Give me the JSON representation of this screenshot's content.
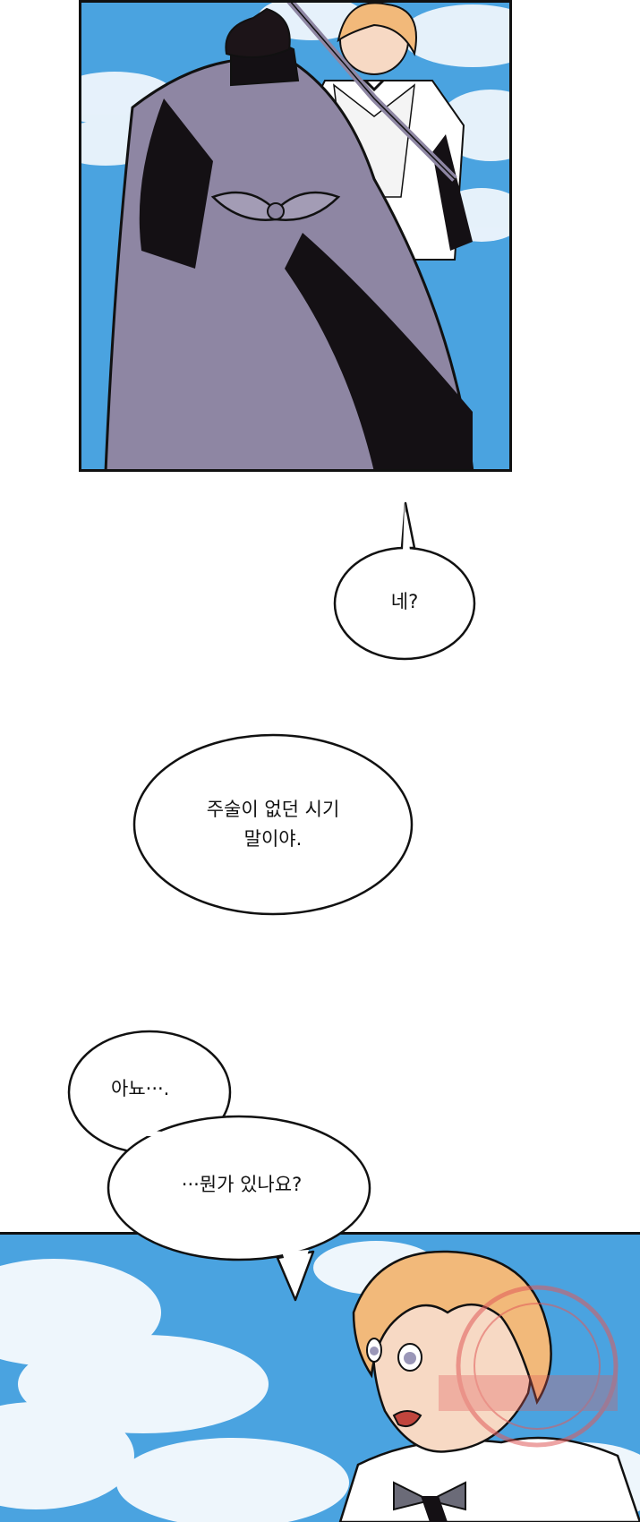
{
  "comic": {
    "panels": [
      {
        "id": "top",
        "description_icon": "maids-back-view"
      },
      {
        "id": "bottom",
        "description_icon": "blonde-maid-surprised"
      }
    ],
    "dialogue": [
      {
        "speaker": "blonde-maid",
        "text": "네?"
      },
      {
        "speaker": "dark-haired-maid",
        "text": "주술이 없던 시기\n말이야."
      },
      {
        "speaker": "blonde-maid",
        "text": "아뇨···."
      },
      {
        "speaker": "blonde-maid",
        "text": "···뭔가 있나요?"
      }
    ]
  },
  "colors": {
    "sky": "#4aa3e0",
    "cloud": "#eef6fc",
    "apron": "#8e86a3",
    "dress_dark": "#141014",
    "hair_blonde": "#f2b97a",
    "skin": "#f7d9c4",
    "watermark": "#e05a5a"
  }
}
